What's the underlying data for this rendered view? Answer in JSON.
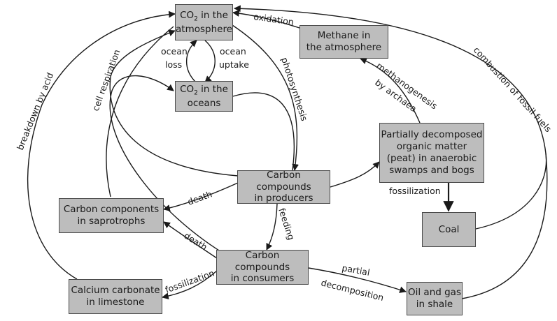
{
  "nodes": {
    "co2_atmosphere": {
      "line1": "CO",
      "sub": "2",
      "line1_rest": " in the",
      "line2": "atmosphere"
    },
    "co2_oceans": {
      "line1": "CO",
      "sub": "2",
      "line1_rest": " in the",
      "line2": "oceans"
    },
    "methane": {
      "line1": "Methane in",
      "line2": "the atmosphere"
    },
    "peat": {
      "lines": [
        "Partially decomposed",
        "organic matter",
        "(peat) in anaerobic",
        "swamps and bogs"
      ]
    },
    "producers": {
      "line1": "Carbon compounds",
      "line2": "in producers"
    },
    "saprotrophs": {
      "line1": "Carbon components",
      "line2": "in saprotrophs"
    },
    "coal": {
      "line1": "Coal"
    },
    "consumers": {
      "line1": "Carbon compounds",
      "line2": "in consumers"
    },
    "limestone": {
      "line1": "Calcium carbonate",
      "line2": "in limestone"
    },
    "oil_gas": {
      "line1": "Oil and gas",
      "line2": "in shale"
    }
  },
  "labels": {
    "oxidation": "oxidation",
    "ocean_loss_1": "ocean",
    "ocean_loss_2": "loss",
    "ocean_uptake_1": "ocean",
    "ocean_uptake_2": "uptake",
    "photosynthesis": "photosynthesis",
    "cell_respiration": "cell respiration",
    "breakdown_by_acid": "breakdown by acid",
    "methanogenesis": "methanogenesis",
    "by_archaea": "by archaea",
    "combustion": "combustion of fossil fuels",
    "death_producers": "death",
    "death_consumers": "death",
    "feeding": "feeding",
    "fossilization_peat": "fossilization",
    "fossilization_consumers": "fossilization",
    "partial": "partial",
    "decomposition": "decomposition"
  },
  "colors": {
    "box_fill": "#bdbdbd",
    "box_border": "#4a4a4a",
    "line": "#1a1a1a"
  }
}
